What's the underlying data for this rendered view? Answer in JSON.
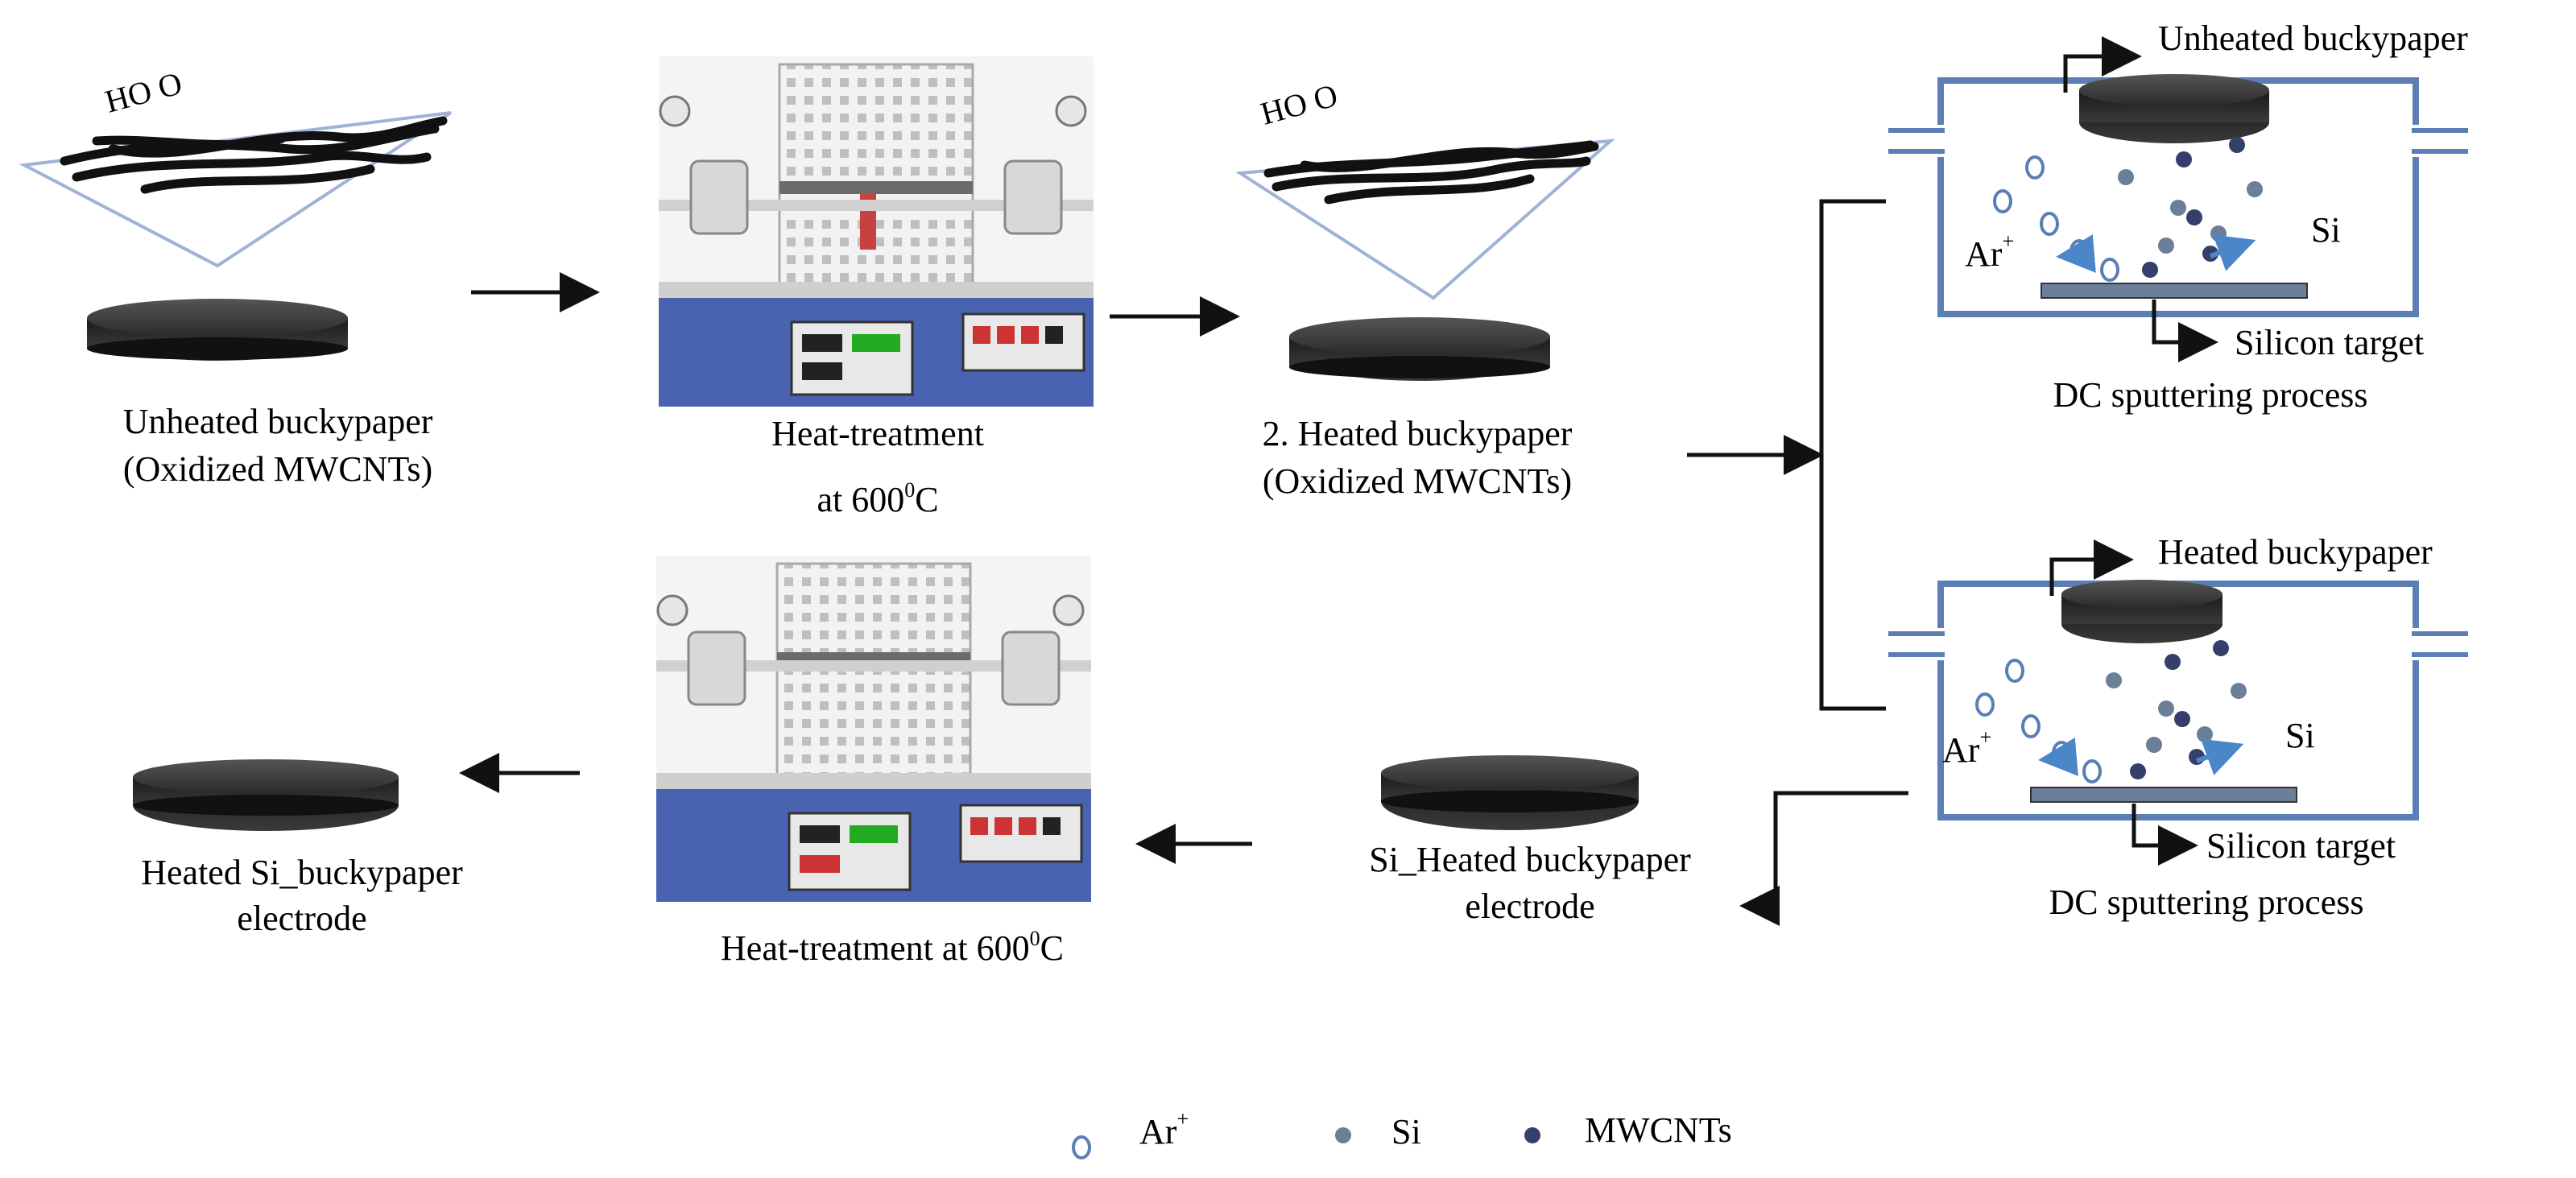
{
  "labels": {
    "unheated_top_line1": "Unheated  buckypaper",
    "unheated_top_line2": "(Oxidized MWCNTs)",
    "heat_treatment_top_line1": "Heat-treatment",
    "heat_treatment_top_line2_prefix": "at 600",
    "heat_treatment_degree": "0",
    "heat_treatment_top_line2_suffix": "C",
    "heated_line1": "2. Heated buckypaper",
    "heated_line2": "(Oxidized MWCNTs)",
    "sputter1_sample": "Unheated buckypaper",
    "sputter1_target": "Silicon target",
    "sputter1_caption": "DC sputtering process",
    "sputter2_sample": "Heated buckypaper",
    "sputter2_target": "Silicon target",
    "sputter2_caption": "DC sputtering process",
    "ar_label": "Ar",
    "ar_sup": "+",
    "si_label": "Si",
    "si_heated_line1": "Si_Heated buckypaper",
    "si_heated_line2": "electrode",
    "heat_treatment_bottom_prefix": "Heat-treatment at 600",
    "heat_treatment_bottom_degree": "0",
    "heat_treatment_bottom_suffix": "C",
    "final_line1": "Heated Si_buckypaper",
    "final_line2": "electrode",
    "functional_group": "HO    O"
  },
  "legend": {
    "ar_label": "Ar",
    "ar_sup": "+",
    "si_label": "Si",
    "mwcnt_label": "MWCNTs"
  },
  "colors": {
    "chamber": "#5b7fb5",
    "panel_blue": "#4a63b0",
    "arrow_blue": "#4a86c8",
    "si_dot": "#6b7f99",
    "mwcnt_dot": "#34406b",
    "paper": "#2a2a2a"
  }
}
